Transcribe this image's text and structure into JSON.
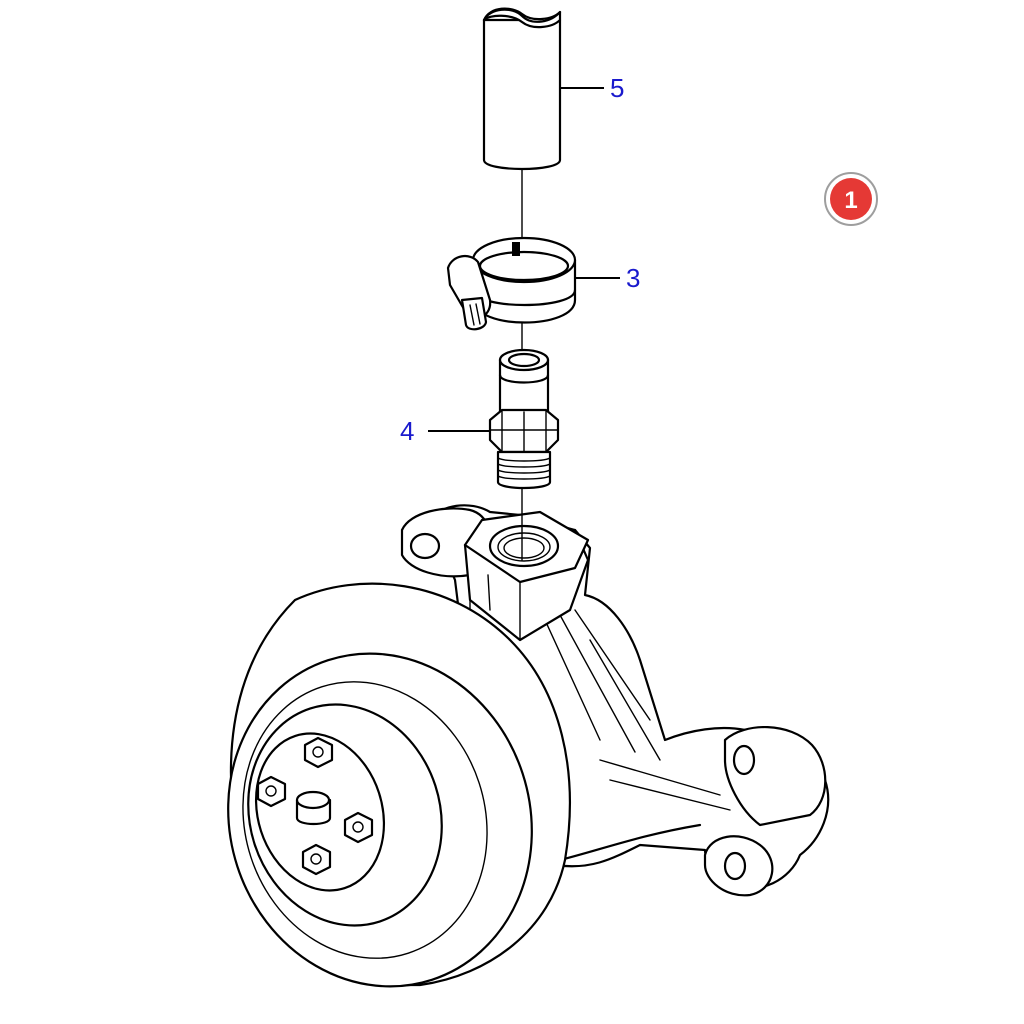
{
  "callouts": {
    "hose": "5",
    "clamp": "3",
    "nipple": "4"
  },
  "badge": {
    "number": "1",
    "fill": "#e53935",
    "text_color": "#ffffff"
  },
  "colors": {
    "label": "#1a1acd",
    "line": "#000000",
    "background": "#ffffff"
  }
}
